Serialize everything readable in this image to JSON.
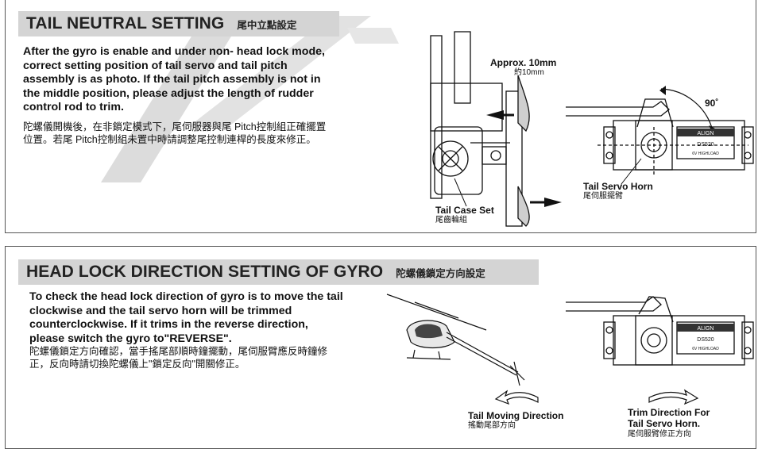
{
  "tail_neutral": {
    "title_en": "TAIL NEUTRAL SETTING",
    "title_zh": "尾中立點設定",
    "body_en": "After the gyro is enable and under non-  head lock mode,\ncorrect setting position of tail servo and tail pitch\nassembly is as photo. If the tail pitch assembly is not in\nthe middle position, please adjust the length of rudder\ncontrol rod to trim.",
    "body_zh": "陀螺儀開機後，在非鎖定模式下，尾伺服器與尾 Pitch控制組正確擺置\n位置。若尾 Pitch控制組未置中時請調整尾控制連桿的長度來修正。",
    "labels": {
      "approx_en": "Approx. 10mm",
      "approx_zh": "約10mm",
      "angle": "90˚",
      "tail_case_en": "Tail Case Set",
      "tail_case_zh": "尾齒輪組",
      "servo_horn_en": "Tail Servo Horn",
      "servo_horn_zh": "尾伺服擺臂",
      "servo_brand": "ALIGN",
      "servo_model": "DS520",
      "servo_spec": "6V HIGHLOAD"
    }
  },
  "head_lock": {
    "title_en": "HEAD LOCK DIRECTION SETTING OF GYRO",
    "title_zh": "陀螺儀鎖定方向設定",
    "body_en": "To check the head lock direction of gyro is to move the tail\nclockwise and the tail servo horn will be trimmed\ncounterclockwise. If it trims in the reverse direction,\nplease switch the gyro to\"REVERSE\".",
    "body_zh": "陀螺儀鎖定方向確認，當手搖尾部順時鐘擺動，尾伺服臂應反時鐘修\n正，反向時請切換陀螺儀上\"鎖定反向\"開關修正。",
    "labels": {
      "tail_move_en": "Tail Moving Direction",
      "tail_move_zh": "搖動尾部方向",
      "trim_en_1": "Trim Direction For",
      "trim_en_2": "Tail Servo Horn.",
      "trim_zh": "尾伺服臂修正方向",
      "servo_brand": "ALIGN",
      "servo_model": "DS520",
      "servo_spec": "6V HIGHLOAD"
    }
  },
  "colors": {
    "header_bg": "#d4d4d4",
    "border": "#555555",
    "watermark": "#d8d8d8"
  }
}
